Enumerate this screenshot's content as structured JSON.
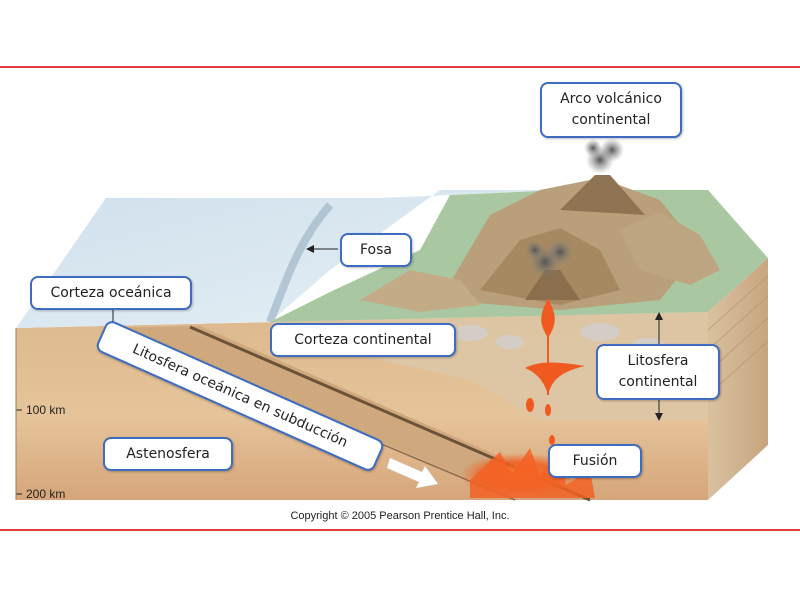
{
  "labels": {
    "arco": [
      "Arco volcánico",
      "continental"
    ],
    "fosa": "Fosa",
    "corteza_oceanica": "Corteza oceánica",
    "corteza_continental": "Corteza continental",
    "litosfera_subduccion": "Litosfera oceánica en subducción",
    "litosfera_continental": [
      "Litosfera",
      "continental"
    ],
    "astenosfera": "Astenosfera",
    "fusion": "Fusión"
  },
  "depths": [
    "100 km",
    "200 km"
  ],
  "copyright": "Copyright © 2005 Pearson Prentice Hall, Inc.",
  "colors": {
    "frame_rule": "#e23b3b",
    "label_border": "#3d6cc0",
    "ocean": "#dbe8f1",
    "land": "#a7c9a2",
    "mountain": "#b59b72",
    "mantle": "#e8c898",
    "magma": "#f05a20"
  }
}
